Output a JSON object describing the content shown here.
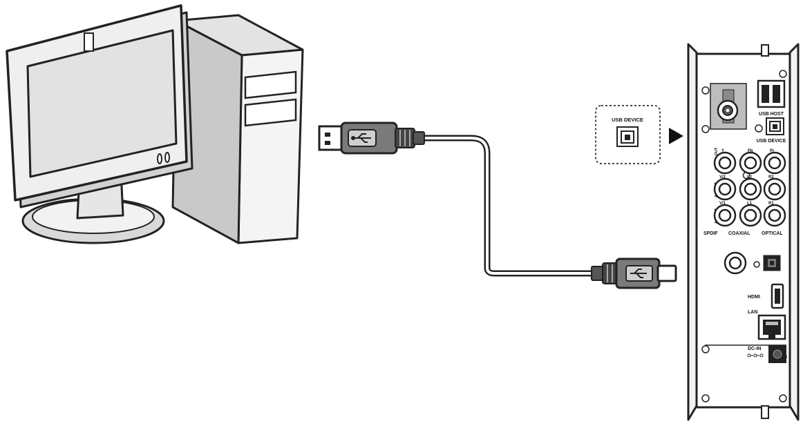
{
  "callout": {
    "label": "USB DEVICE"
  },
  "panel": {
    "usb_host": "USB HOST",
    "usb_device": "USB DEVICE",
    "ypbpr_out": "Y/Pb/Pr OUT",
    "y": "Y",
    "pb": "Pb",
    "pr": "Pr",
    "av2_out": "A/V OUT",
    "v2": "V/2",
    "l2": "L2",
    "r2": "R2",
    "av1_out": "A/V OUT",
    "v1": "V/1",
    "l1": "L1",
    "r1": "R1",
    "spdif": "SPDIF",
    "coaxial": "COAXIAL",
    "optical": "OPTICAL",
    "hdmi": "HDMI",
    "lan": "LAN",
    "dc_in": "DC-IN"
  },
  "icons": {
    "computer": "desktop-computer-icon",
    "usb_a": "usb-type-a-plug-icon",
    "usb_b": "usb-type-b-plug-icon",
    "arrow": "right-triangle-arrow-icon"
  }
}
